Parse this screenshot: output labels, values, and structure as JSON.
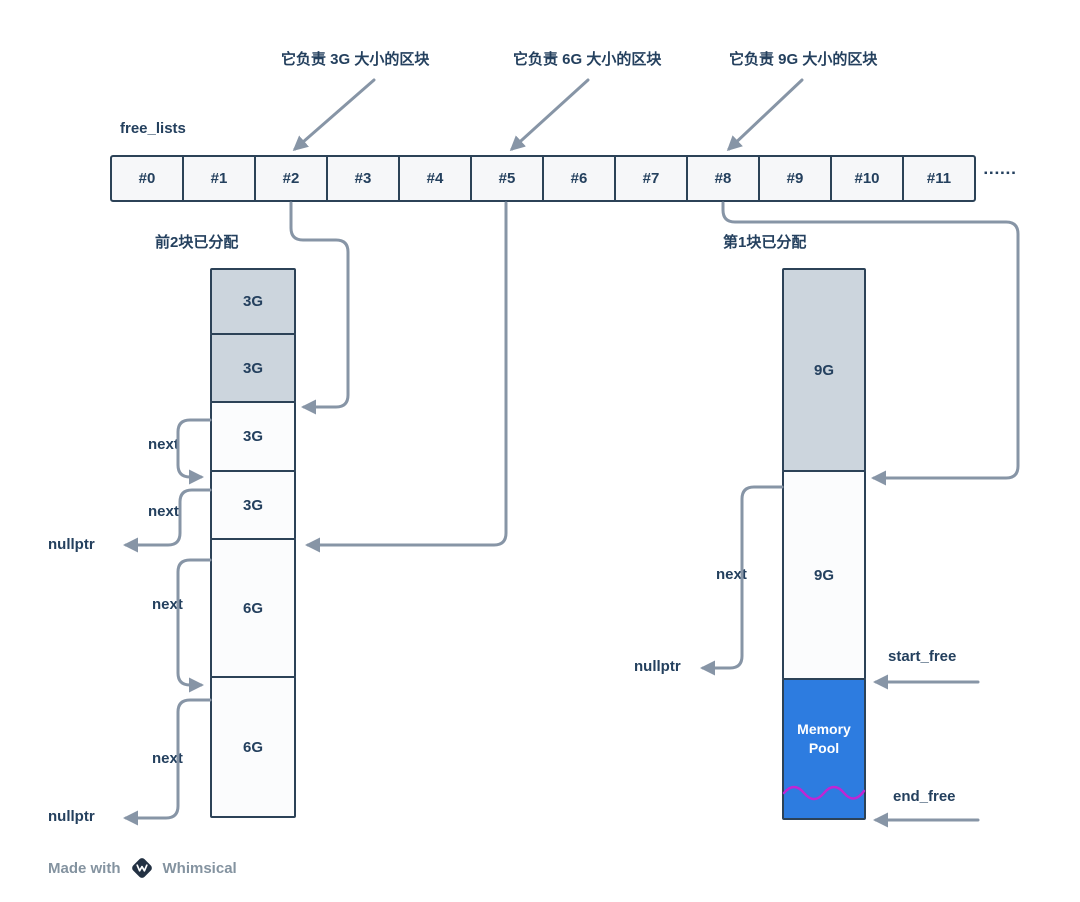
{
  "colors": {
    "text": "#24405e",
    "arrow": "#8795a6",
    "block_border": "#2c4257",
    "allocated_fill": "#ccd5dd",
    "free_fill": "#fbfcfd",
    "cell_fill": "#f6f7f9",
    "pool_fill": "#2d7ce0",
    "pool_wave": "#c026d3",
    "footer_text": "#8493a0"
  },
  "annotations": [
    {
      "text": "它负责 3G 大小的区块",
      "target": "#2"
    },
    {
      "text": "它负责 6G 大小的区块",
      "target": "#5"
    },
    {
      "text": "它负责 9G 大小的区块",
      "target": "#8"
    }
  ],
  "free_lists": {
    "label": "free_lists",
    "cells": [
      "#0",
      "#1",
      "#2",
      "#3",
      "#4",
      "#5",
      "#6",
      "#7",
      "#8",
      "#9",
      "#10",
      "#11"
    ],
    "more": "▪▪▪▪▪▪"
  },
  "left_column": {
    "title": "前2块已分配",
    "blocks": [
      {
        "label": "3G",
        "state": "allocated"
      },
      {
        "label": "3G",
        "state": "allocated"
      },
      {
        "label": "3G",
        "state": "free"
      },
      {
        "label": "3G",
        "state": "free"
      },
      {
        "label": "6G",
        "state": "free"
      },
      {
        "label": "6G",
        "state": "free"
      }
    ],
    "next_labels": [
      "next",
      "next",
      "next",
      "next"
    ],
    "nullptr_labels": [
      "nullptr",
      "nullptr"
    ]
  },
  "right_column": {
    "title": "第1块已分配",
    "blocks": [
      {
        "label": "9G",
        "state": "allocated"
      },
      {
        "label": "9G",
        "state": "free"
      }
    ],
    "pool_label": "Memory Pool",
    "next_label": "next",
    "nullptr_label": "nullptr",
    "start_free_label": "start_free",
    "end_free_label": "end_free"
  },
  "footer": {
    "made_with": "Made with",
    "brand": "Whimsical"
  }
}
